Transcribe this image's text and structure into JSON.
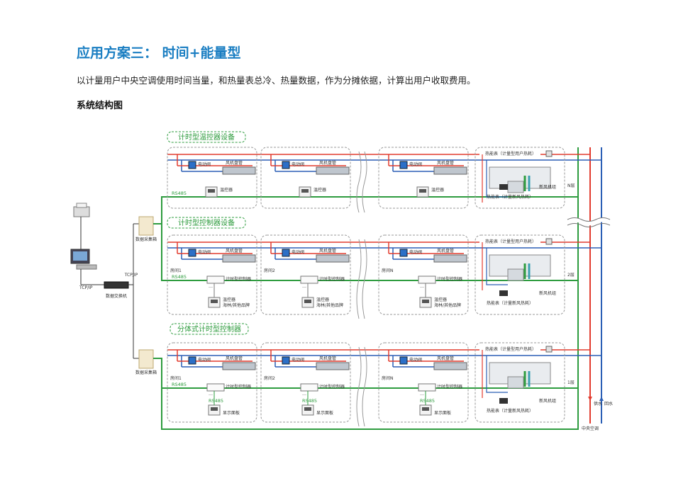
{
  "page": {
    "title": "应用方案三： 时间+能量型",
    "description": "以计量用户中央空调使用时间当量，和热量表总冷、热量数据，作为分摊依据，计算出用户收取费用。",
    "subtitle": "系统结构图"
  },
  "groups": [
    {
      "label": "计时型温控器设备"
    },
    {
      "label": "计时型控制器设备"
    },
    {
      "label": "分体式计时型控制器"
    }
  ],
  "labels": {
    "valve": "电动阀",
    "fancoil": "风机盘管",
    "thermostat": "温控器",
    "timer_controller": "计时型控制器",
    "thermostat_brand": "温控器\n海林/其他品牌",
    "display_panel": "显示面板",
    "rs485": "RS485",
    "tcpip": "TCP/IP",
    "switch": "数据交换机",
    "collector": "数据采集箱",
    "room1": "房间1",
    "room2": "房间2",
    "roomN": "房间N",
    "heat_meter": "热能表（计量型用户热耗）",
    "fresh_meter": "热能表（计量新风热耗）",
    "fresh_unit": "新风机组",
    "floor_n": "N层",
    "floor_2": "2层",
    "floor_1": "1层",
    "supply": "供水",
    "return": "回水",
    "central_ac": "中央空调",
    "device_caption": "…"
  }
}
